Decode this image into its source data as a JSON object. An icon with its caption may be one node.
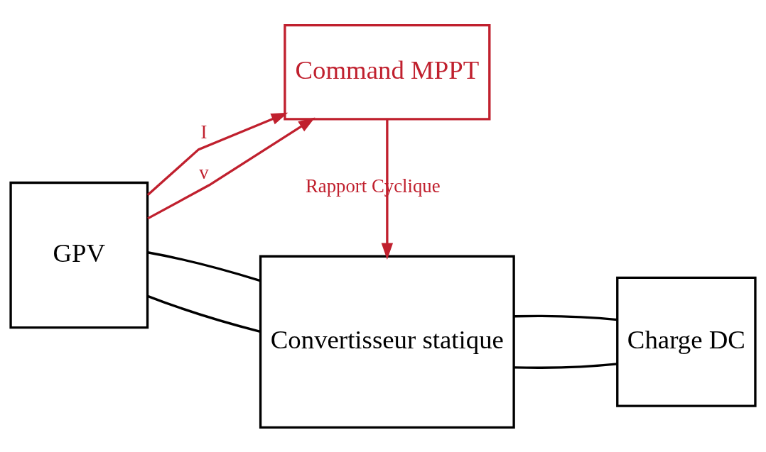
{
  "diagram": {
    "nodes": [
      {
        "text": [
          "GPV"
        ]
      },
      {
        "text": [
          "Convertisseur statique"
        ]
      },
      {
        "text": [
          "Charge DC"
        ]
      },
      {
        "text": [
          "Command MPPT"
        ]
      }
    ],
    "edges": [
      {
        "from": 0,
        "to": 1,
        "arrow": "none"
      },
      {
        "from": 0,
        "to": 1,
        "arrow": "none"
      },
      {
        "from": 1,
        "to": 2,
        "arrow": "none"
      },
      {
        "from": 1,
        "to": 2,
        "arrow": "none"
      },
      {
        "from": 0,
        "to": 3,
        "arrow": "to",
        "label": "I",
        "color": "#c0202e"
      },
      {
        "from": 0,
        "to": 3,
        "arrow": "to",
        "label": "v",
        "color": "#c0202e"
      },
      {
        "from": 3,
        "to": 1,
        "arrow": "to",
        "label": "Rapport Cyclique",
        "color": "#c0202e"
      }
    ]
  }
}
